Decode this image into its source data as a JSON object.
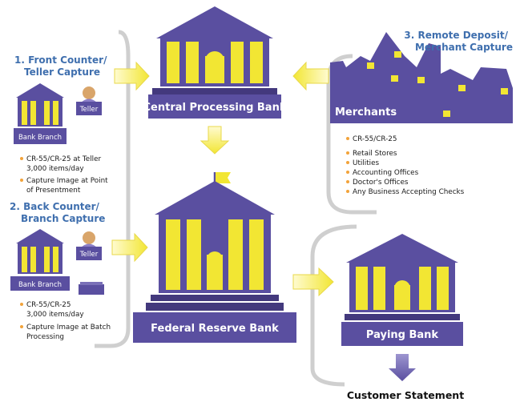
{
  "sections": {
    "front_title_1": "1. Front Counter/",
    "front_title_2": "Teller Capture",
    "back_title_1": "2. Back Counter/",
    "back_title_2": "Branch Capture",
    "remote_title_1": "3. Remote Deposit/",
    "remote_title_2": "Merchant Capture"
  },
  "labels": {
    "teller": "Teller",
    "bank_branch": "Bank Branch",
    "central": "Central Processing Bank",
    "federal": "Federal Reserve Bank",
    "paying": "Paying Bank",
    "merchants": "Merchants",
    "customer_statement": "Customer Statement"
  },
  "front_bullets": [
    "CR-55/CR-25 at Teller",
    "3,000 items/day",
    "Capture Image at Point",
    "of Presentment"
  ],
  "back_bullets": [
    "CR-55/CR-25",
    "3,000 items/day",
    "Capture Image at Batch",
    "Processing"
  ],
  "merchant_bullets": [
    "CR-55/CR-25",
    "Retail Stores",
    "Utilities",
    "Accounting Offices",
    "Doctor's Offices",
    "Any Business Accepting Checks"
  ],
  "colors": {
    "purple": "#5a4fa0",
    "dark_purple": "#43397d",
    "yellow": "#f2e633",
    "bullet": "#f2a33a",
    "title_blue": "#3f6fae"
  }
}
